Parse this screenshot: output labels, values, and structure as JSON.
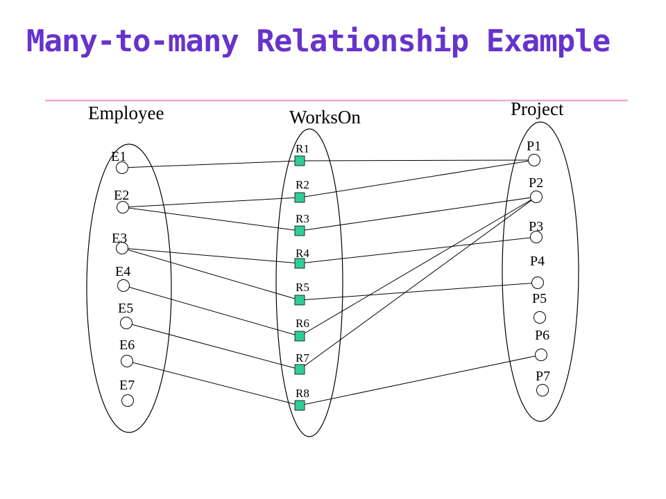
{
  "title": "Many-to-many Relationship Example",
  "colors": {
    "title": "#6633cc",
    "rule": "#f4a6d7",
    "relationship_box": "#33cc99"
  },
  "sets": {
    "employee": {
      "title": "Employee",
      "items": [
        "E1",
        "E2",
        "E3",
        "E4",
        "E5",
        "E6",
        "E7"
      ]
    },
    "workson": {
      "title": "WorksOn",
      "items": [
        "R1",
        "R2",
        "R3",
        "R4",
        "R5",
        "R6",
        "R7",
        "R8"
      ]
    },
    "project": {
      "title": "Project",
      "items": [
        "P1",
        "P2",
        "P3",
        "P4",
        "P5",
        "P6",
        "P7"
      ]
    }
  },
  "links": [
    {
      "employee": "E1",
      "relationship": "R1",
      "project": "P1"
    },
    {
      "employee": "E2",
      "relationship": "R2",
      "project": "P1"
    },
    {
      "employee": "E2",
      "relationship": "R3",
      "project": "P2"
    },
    {
      "employee": "E3",
      "relationship": "R4",
      "project": "P3"
    },
    {
      "employee": "E3",
      "relationship": "R5",
      "project": "P4"
    },
    {
      "employee": "E4",
      "relationship": "R6",
      "project": "P2"
    },
    {
      "employee": "E5",
      "relationship": "R7",
      "project": "P2"
    },
    {
      "employee": "E6",
      "relationship": "R8",
      "project": "P6"
    }
  ]
}
